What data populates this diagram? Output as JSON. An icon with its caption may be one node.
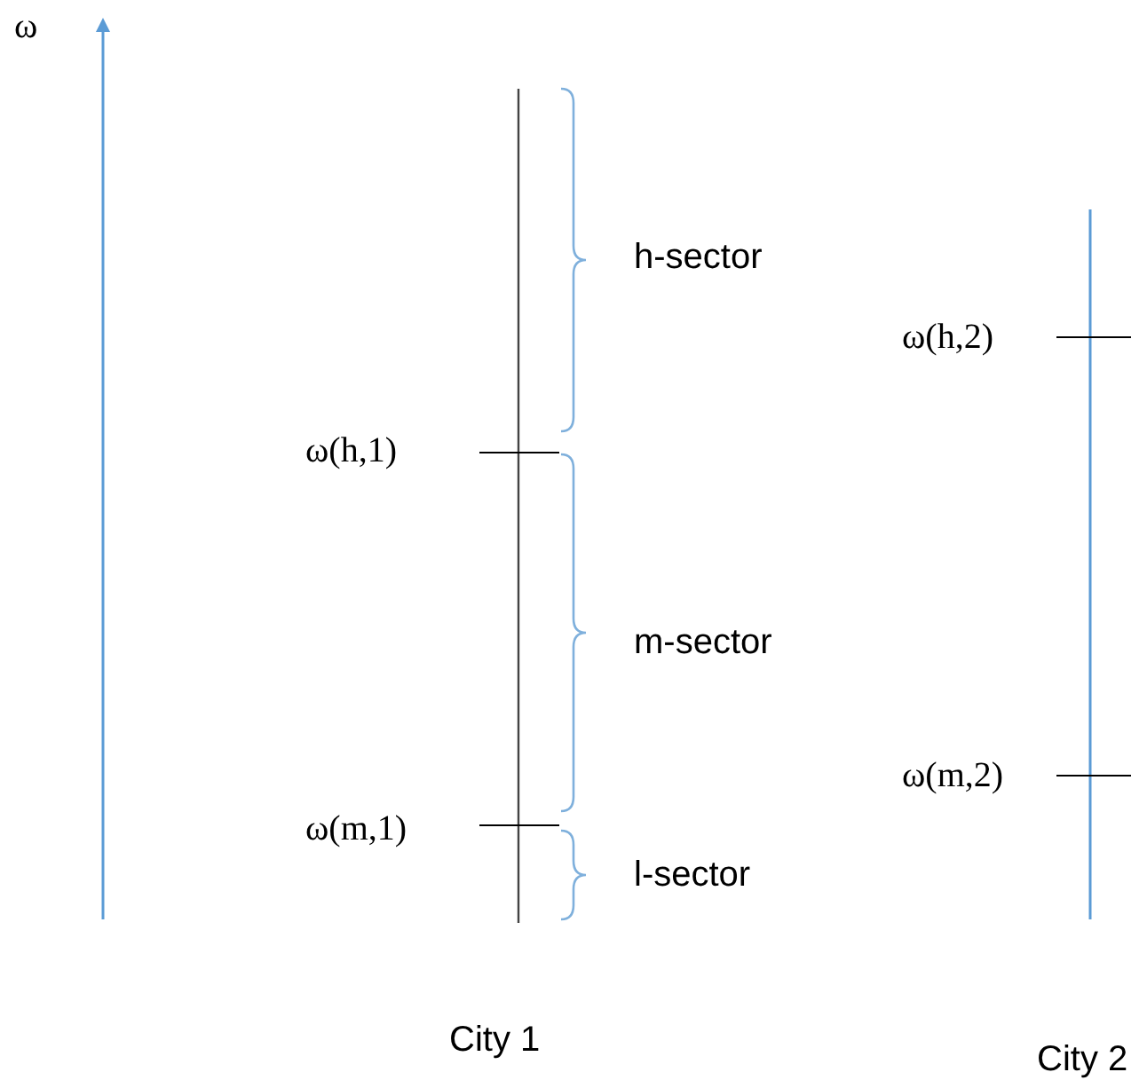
{
  "diagram": {
    "labels": [
      "ω",
      "h-sector",
      "ω(h,1)",
      "m-sector",
      "ω(m,1)",
      "l-sector",
      "ω(h,2)",
      "ω(m,2)",
      "City 1",
      "City 2"
    ]
  }
}
